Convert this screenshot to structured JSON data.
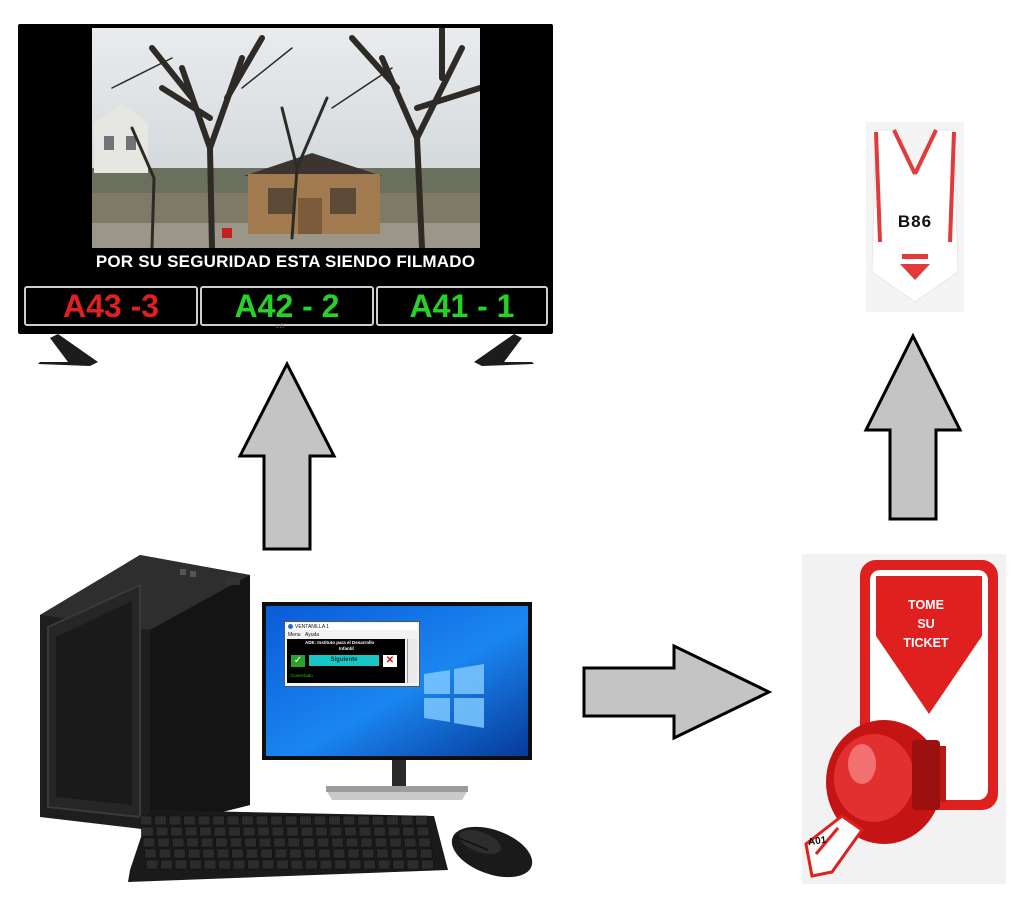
{
  "tv": {
    "banner": "POR SU SEGURIDAD ESTA SIENDO FILMADO",
    "queue": [
      {
        "label": "A43 -3",
        "color": "#e02020"
      },
      {
        "label": "A42 - 2",
        "color": "#27d227"
      },
      {
        "label": "A41 - 1",
        "color": "#27d227"
      }
    ],
    "brand": "LG"
  },
  "ticket": {
    "number": "B86"
  },
  "dispenser": {
    "line1": "TOME",
    "line2": "SU",
    "line3": "TICKET",
    "stub_number": "A01"
  },
  "software": {
    "title": "VENTANILLA 1",
    "menu_file": "Menu",
    "menu_help": "Ayuda",
    "org_line1": "ADE: Instituto para el Desarrollo",
    "org_line2": "Infantil",
    "next_button": "Siguiente",
    "status": "Conectado"
  },
  "colors": {
    "arrow_fill": "#c4c4c4",
    "arrow_stroke": "#000000",
    "dispenser_red": "#e0201e"
  }
}
